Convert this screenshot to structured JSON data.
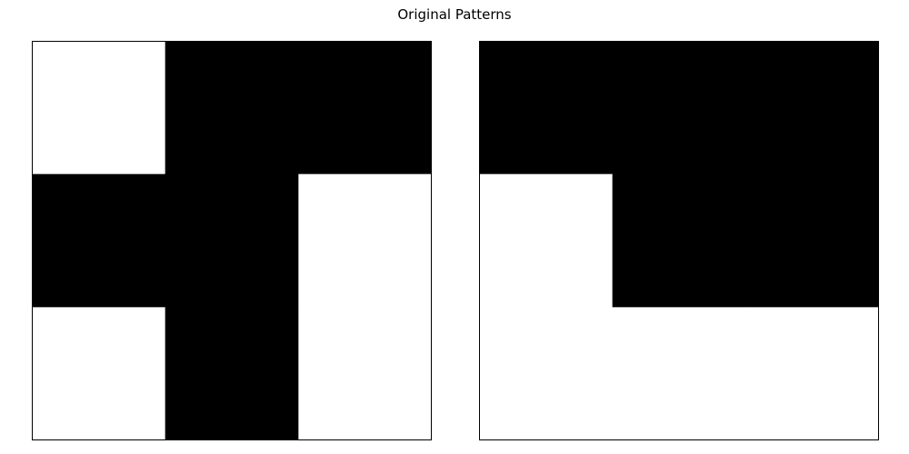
{
  "figure": {
    "title": "Original Patterns"
  },
  "colors": {
    "on": "#000000",
    "off": "#ffffff",
    "frame": "#000000"
  },
  "chart_data": [
    {
      "type": "heatmap",
      "rows": 3,
      "cols": 3,
      "values": [
        [
          0,
          1,
          1
        ],
        [
          1,
          1,
          0
        ],
        [
          0,
          1,
          0
        ]
      ],
      "colormap": "binary",
      "axes_visible": false,
      "grid": false
    },
    {
      "type": "heatmap",
      "rows": 3,
      "cols": 3,
      "values": [
        [
          1,
          1,
          1
        ],
        [
          0,
          1,
          1
        ],
        [
          0,
          0,
          0
        ]
      ],
      "colormap": "binary",
      "axes_visible": false,
      "grid": false
    }
  ]
}
